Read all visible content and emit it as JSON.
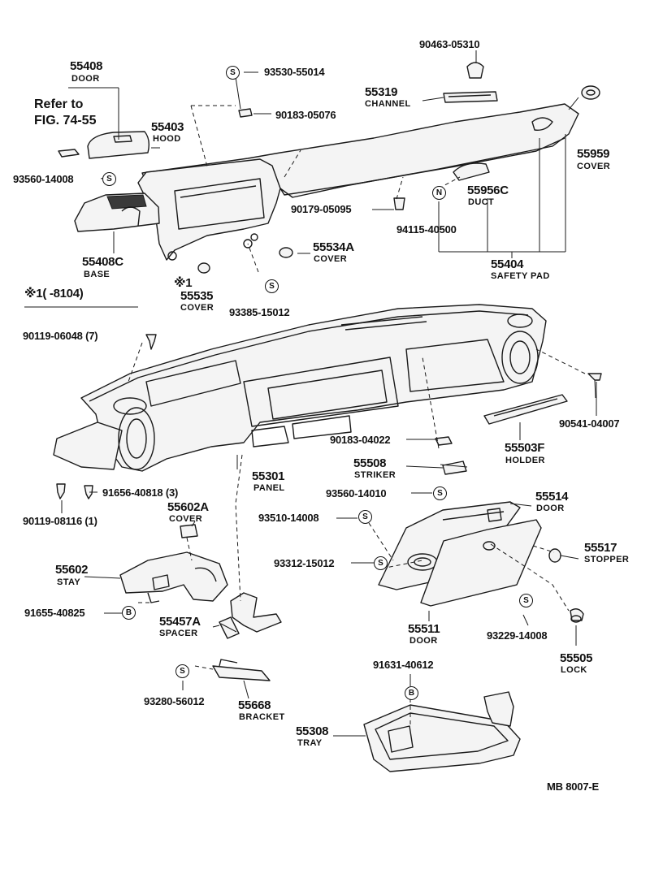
{
  "colors": {
    "ink": "#111111",
    "paper": "#ffffff"
  },
  "reference": {
    "line1": "Refer to",
    "line2": "FIG. 74-55"
  },
  "note": {
    "range": "※1(       -8104)",
    "mark": "※1"
  },
  "footer_code": "MB  8007-E",
  "markers": {
    "s": "S",
    "n": "N",
    "b": "B"
  },
  "parts": {
    "p55408": {
      "number": "55408",
      "name": "DOOR"
    },
    "p55403": {
      "number": "55403",
      "name": "HOOD"
    },
    "p55408c": {
      "number": "55408C",
      "name": "BASE"
    },
    "p55535": {
      "number": "55535",
      "name": "COVER"
    },
    "p55534a": {
      "number": "55534A",
      "name": "COVER"
    },
    "p55319": {
      "number": "55319",
      "name": "CHANNEL"
    },
    "p55959": {
      "number": "55959",
      "name": "COVER"
    },
    "p55956c": {
      "number": "55956C",
      "name": "DUCT"
    },
    "p55404": {
      "number": "55404",
      "name": "SAFETY PAD"
    },
    "p55301": {
      "number": "55301",
      "name": "PANEL"
    },
    "p55503f": {
      "number": "55503F",
      "name": "HOLDER"
    },
    "p55508": {
      "number": "55508",
      "name": "STRIKER"
    },
    "p55602a": {
      "number": "55602A",
      "name": "COVER"
    },
    "p55602": {
      "number": "55602",
      "name": "STAY"
    },
    "p55457a": {
      "number": "55457A",
      "name": "SPACER"
    },
    "p55668": {
      "number": "55668",
      "name": "BRACKET"
    },
    "p55514": {
      "number": "55514",
      "name": "DOOR"
    },
    "p55517": {
      "number": "55517",
      "name": "STOPPER"
    },
    "p55511": {
      "number": "55511",
      "name": "DOOR"
    },
    "p55505": {
      "number": "55505",
      "name": "LOCK"
    },
    "p55308": {
      "number": "55308",
      "name": "TRAY"
    }
  },
  "fasteners": {
    "f90463_05310": "90463-05310",
    "f93530_55014": "93530-55014",
    "f90183_05076": "90183-05076",
    "f93560_14008": "93560-14008",
    "f90179_05095": "90179-05095",
    "f94115_40500": "94115-40500",
    "f93385_15012": "93385-15012",
    "f90119_06048": "90119-06048 (7)",
    "f90541_04007": "90541-04007",
    "f91656_40818": "91656-40818 (3)",
    "f90119_08116": "90119-08116 (1)",
    "f90183_04022": "90183-04022",
    "f93560_14010": "93560-14010",
    "f93510_14008": "93510-14008",
    "f93312_15012": "93312-15012",
    "f91655_40825": "91655-40825",
    "f93229_14008": "93229-14008",
    "f91631_40612": "91631-40612",
    "f93280_56012": "93280-56012"
  }
}
